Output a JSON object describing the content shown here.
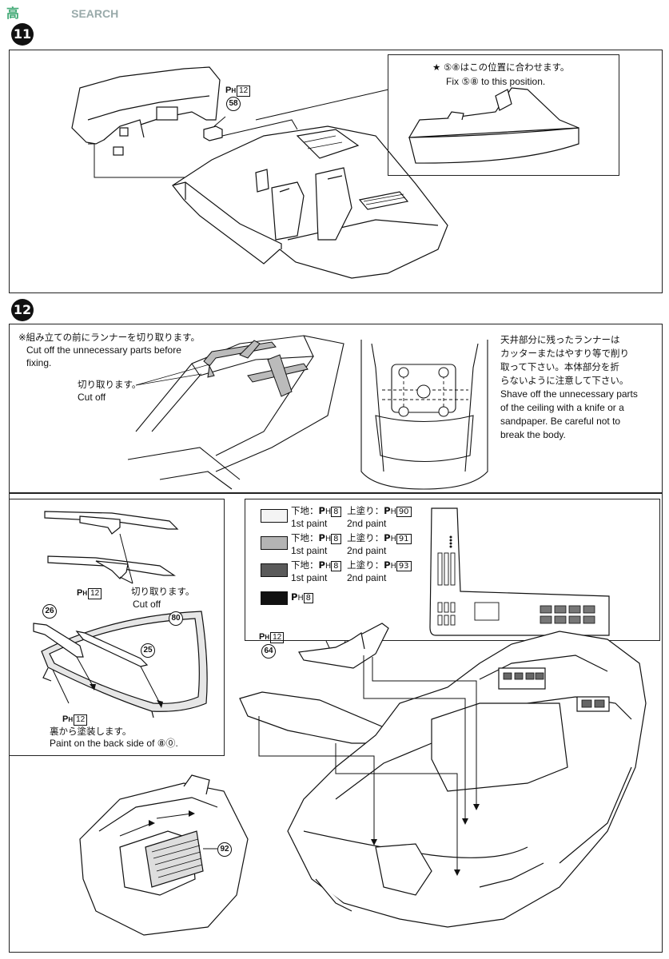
{
  "watermark": {
    "cn": "高",
    "text": "SEARCH"
  },
  "step11": {
    "number": "11",
    "part_58_label": "58",
    "ph_label": "P",
    "ph_sub": "H",
    "ph_num": "12",
    "callout": {
      "jp": "★ ⑤⑧はこの位置に合わせます。",
      "en": "Fix ⑤⑧ to this position."
    }
  },
  "step12": {
    "number": "12",
    "note_jp": "※組み立ての前にランナーを切り取ります。",
    "note_en_line1": "Cut off the unnecessary parts before",
    "note_en_line2": "fixing.",
    "cut_jp": "切り取ります。",
    "cut_en": "Cut off",
    "ceiling_jp": [
      "天井部分に残ったランナーは",
      "カッターまたはやすり等で削り",
      "取って下さい。本体部分を折",
      "らないように注意して下さい。"
    ],
    "ceiling_en": [
      "Shave off the unnecessary parts",
      "of the ceiling with a knife or a",
      "sandpaper. Be careful not to",
      "break the body."
    ]
  },
  "wiper_panel": {
    "cut_jp": "切り取ります。",
    "cut_en": "Cut off",
    "parts": {
      "p26": "26",
      "p25": "25",
      "p80": "80"
    },
    "ph_num": "12",
    "back_jp": "裏から塗装します。",
    "back_en": "Paint on the back side of ⑧⓪."
  },
  "paint_legend": {
    "rows": [
      {
        "jp": "下地：",
        "ph1": "8",
        "jp2": "上塗り：",
        "ph2": "90",
        "en1": "1st paint",
        "en2": "2nd paint",
        "color": "#f4f4f4"
      },
      {
        "jp": "下地：",
        "ph1": "8",
        "jp2": "上塗り：",
        "ph2": "91",
        "en1": "1st paint",
        "en2": "2nd paint",
        "color": "#b4b4b4"
      },
      {
        "jp": "下地：",
        "ph1": "8",
        "jp2": "上塗り：",
        "ph2": "93",
        "en1": "1st paint",
        "en2": "2nd paint",
        "color": "#5a5a5a"
      }
    ],
    "solid_ph": "8",
    "solid_color": "#111111"
  },
  "body_assembly": {
    "part_64": "64",
    "part_92": "92",
    "ph_num": "12"
  }
}
